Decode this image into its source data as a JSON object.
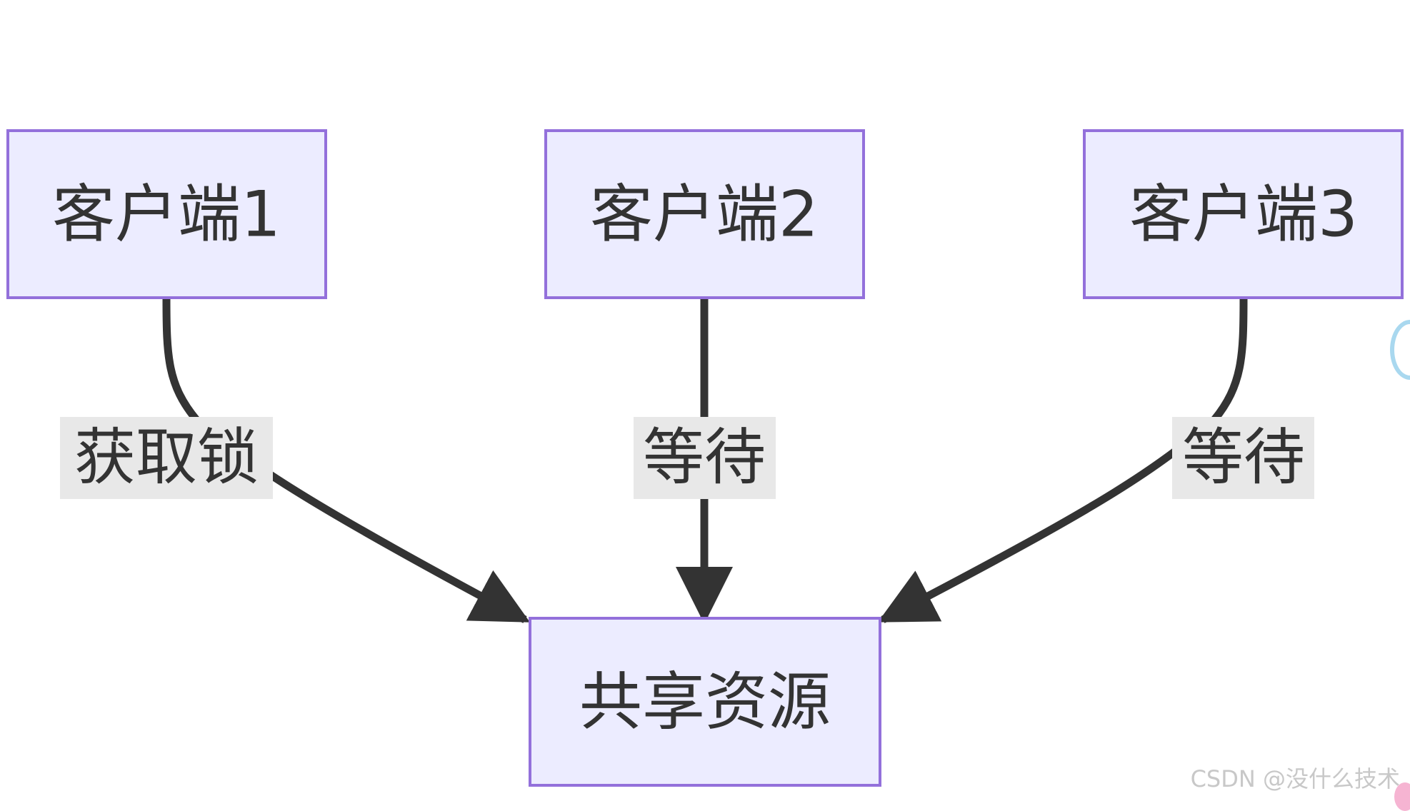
{
  "nodes": {
    "client1": "客户端1",
    "client2": "客户端2",
    "client3": "客户端3",
    "shared": "共享资源"
  },
  "edges": {
    "client1_label": "获取锁",
    "client2_label": "等待",
    "client3_label": "等待"
  },
  "watermark": "CSDN @没什么技术",
  "colors": {
    "node_fill": "#ECECFF",
    "node_border": "#9370DB",
    "edge": "#333333",
    "label_background": "#e8e8e8",
    "text": "#333333"
  }
}
